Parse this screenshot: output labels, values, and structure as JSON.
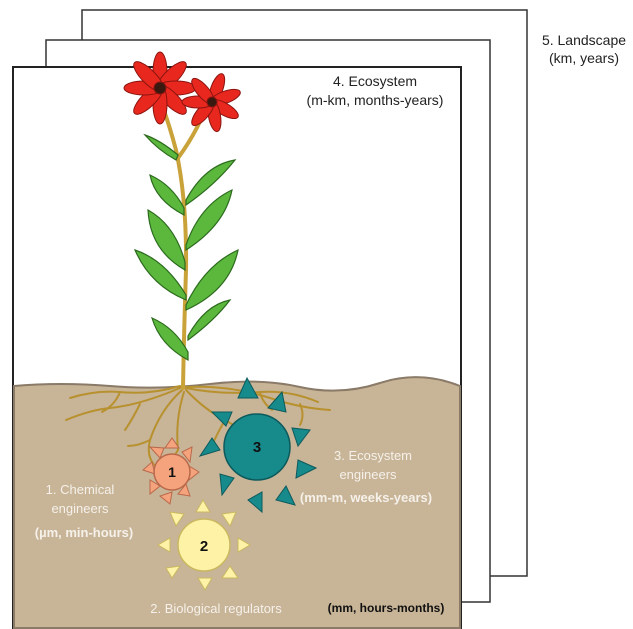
{
  "panels": {
    "landscape": {
      "line1": "5. Landscape",
      "line2": "(km, years)"
    },
    "ecosystem": {
      "line1": "4. Ecosystem",
      "line2": "(m-km, months-years)"
    }
  },
  "groups": {
    "chemical": {
      "number": "1",
      "line1": "1. Chemical",
      "line2": "engineers",
      "line3": "(µm, min-hours)",
      "color": "#f4a37d"
    },
    "biological": {
      "number": "2",
      "line1": "2. Biological regulators",
      "line2": "(mm, hours-months)",
      "color": "#fdf2a6"
    },
    "ecosystem_eng": {
      "number": "3",
      "line1": "3. Ecosystem",
      "line2": "engineers",
      "line3": "(mm-m, weeks-years)",
      "color": "#178a8c"
    }
  },
  "colors": {
    "soil": "#c8b497",
    "soil_line": "#8a7a68",
    "stem": "#c9a23a",
    "leaf": "#5bb83c",
    "flower": "#e8281e",
    "root": "#b8912f",
    "label_light": "#f5f1ea"
  }
}
